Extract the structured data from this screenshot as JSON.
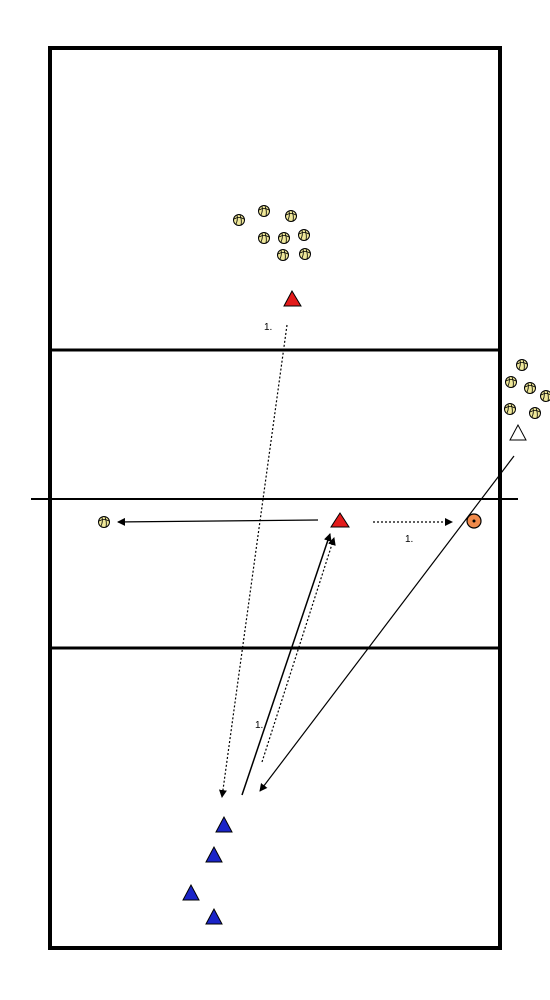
{
  "diagram": {
    "labels": {
      "pass_top": "1.",
      "pass_right": "1.",
      "pass_bottom": "1."
    },
    "colors": {
      "court_line": "#000000",
      "red_player": "#e31b1b",
      "blue_player": "#1a24c8",
      "white_player": "#ffffff",
      "ball_fill": "#efe89a",
      "target_fill": "#f08a4b"
    },
    "icons": {
      "player": "triangle-icon",
      "ball": "volleyball-icon",
      "target": "target-circle-icon"
    }
  }
}
